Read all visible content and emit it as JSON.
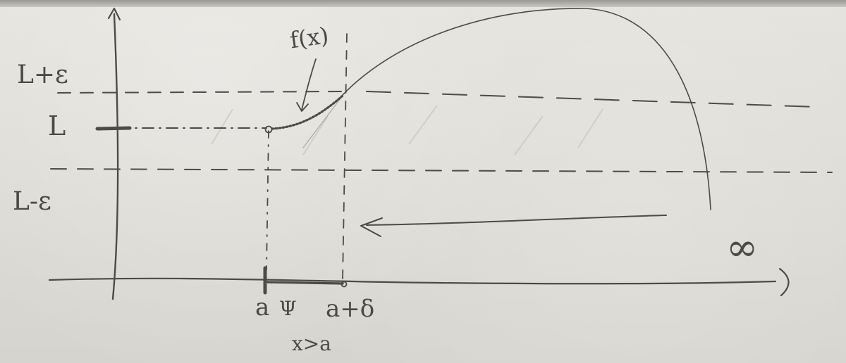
{
  "diagram": {
    "labels": {
      "l_plus_epsilon": "L+ε",
      "l": "L",
      "l_minus_epsilon": "L-ε",
      "f_of_x": "f(x)",
      "infinity": "∞",
      "a": "a",
      "psi": "Ψ",
      "a_plus_delta": "a+δ",
      "x_greater_a": "x>a"
    },
    "colors": {
      "ink": "#4b4b49",
      "board": "#e0ded8",
      "hatch": "#cfccc6"
    }
  }
}
